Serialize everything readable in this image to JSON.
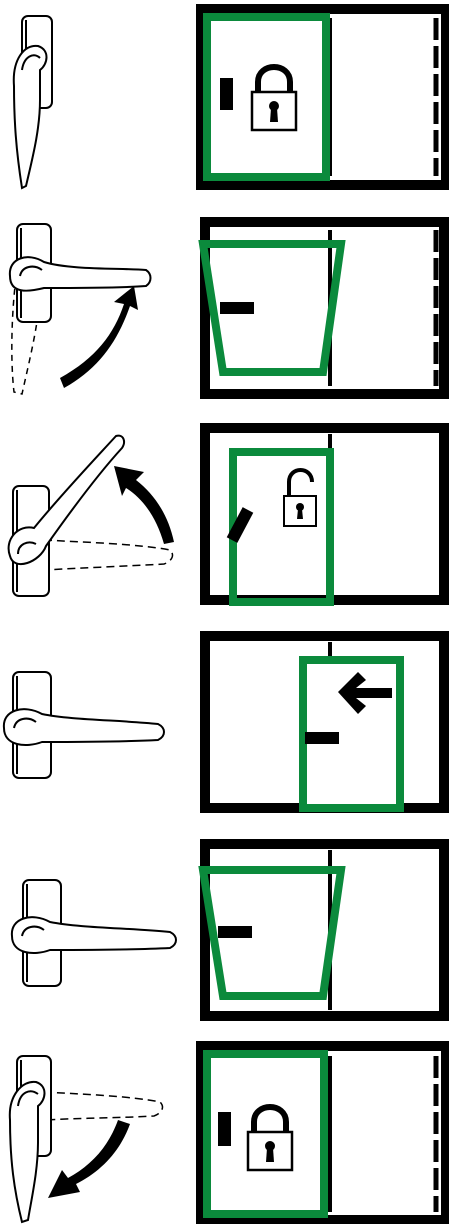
{
  "colors": {
    "frame": "#000000",
    "sash_outline": "#0b8a3c",
    "background": "#ffffff"
  },
  "steps": [
    {
      "handle_position": "down",
      "handle_motion": "none",
      "sash_state": "closed-locked",
      "lock": "locked-padlock-icon"
    },
    {
      "handle_position": "horizontal",
      "handle_motion": "rotate-up-from-down",
      "sash_state": "tilted",
      "lock": "none"
    },
    {
      "handle_position": "raised-45",
      "handle_motion": "rotate-up-from-horizontal",
      "sash_state": "lifted-unlocked",
      "lock": "unlocked-padlock-icon"
    },
    {
      "handle_position": "horizontal",
      "handle_motion": "none",
      "sash_state": "slid-open",
      "lock": "none",
      "arrow": "left-arrow-icon"
    },
    {
      "handle_position": "horizontal",
      "handle_motion": "none",
      "sash_state": "tilted",
      "lock": "none"
    },
    {
      "handle_position": "down",
      "handle_motion": "rotate-down-from-horizontal",
      "sash_state": "closed-locked",
      "lock": "locked-padlock-icon"
    }
  ]
}
